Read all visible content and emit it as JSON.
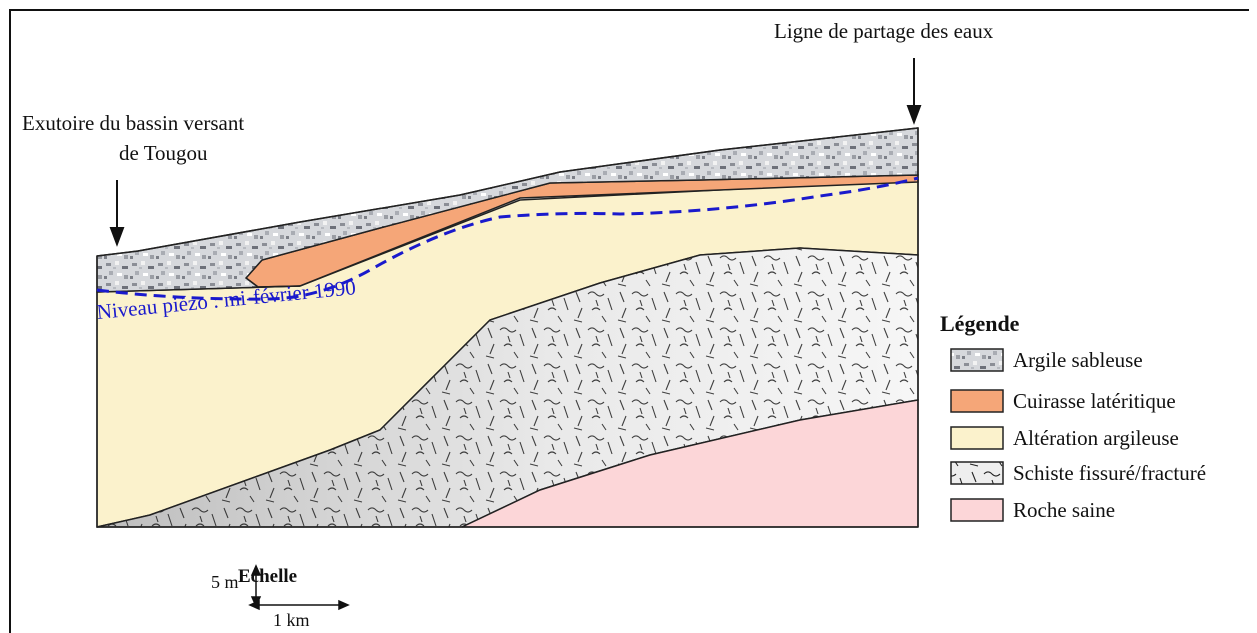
{
  "annotations": {
    "ridge_label": "Ligne de partage des eaux",
    "outlet_label_line1": "Exutoire du bassin versant",
    "outlet_label_line2": "de Tougou",
    "piezo_label": "Niveau piézo : mi-février 1990"
  },
  "legend": {
    "title": "Légende",
    "items": [
      {
        "label": "Argile sableuse",
        "color": "#c9cbd0",
        "pattern": "gravel"
      },
      {
        "label": "Cuirasse latéritique",
        "color": "#f5a678",
        "pattern": "solid"
      },
      {
        "label": "Altération argileuse",
        "color": "#fbf2cc",
        "pattern": "solid"
      },
      {
        "label": "Schiste fissuré/fracturé",
        "color": "#e6e6e6",
        "pattern": "cracks"
      },
      {
        "label": "Roche saine",
        "color": "#fcd6d8",
        "pattern": "solid"
      }
    ]
  },
  "scale": {
    "title": "Echelle",
    "vertical": "5 m",
    "horizontal": "1 km"
  },
  "colors": {
    "piezometric_line": "#1a1acc",
    "outline": "#222222"
  }
}
